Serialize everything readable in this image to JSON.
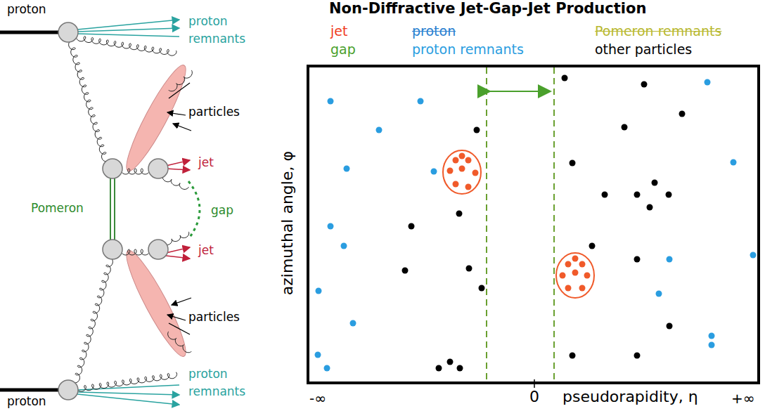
{
  "diagram": {
    "title": "Non-Diffractive Jet-Gap-Jet Production",
    "labels": [
      "proton",
      "proton remnants",
      "particles",
      "jet",
      "Pomeron",
      "gap",
      "jet",
      "particles",
      "proton remnants",
      "proton",
      "azimuthal angle, φ",
      "-∞",
      "0",
      "pseudorapidity, η",
      "+∞"
    ],
    "legend": [
      {
        "text": "jet",
        "color": "#f03c1e"
      },
      {
        "text": "proton",
        "color": "#2a7fd0"
      },
      {
        "text": "Pomeron remnants",
        "color": "#b8b830"
      },
      {
        "text": "gap",
        "color": "#4aa02c"
      },
      {
        "text": "proton remnants",
        "color": "#2a9de0"
      },
      {
        "text": "other particles",
        "color": "#000000"
      }
    ]
  }
}
